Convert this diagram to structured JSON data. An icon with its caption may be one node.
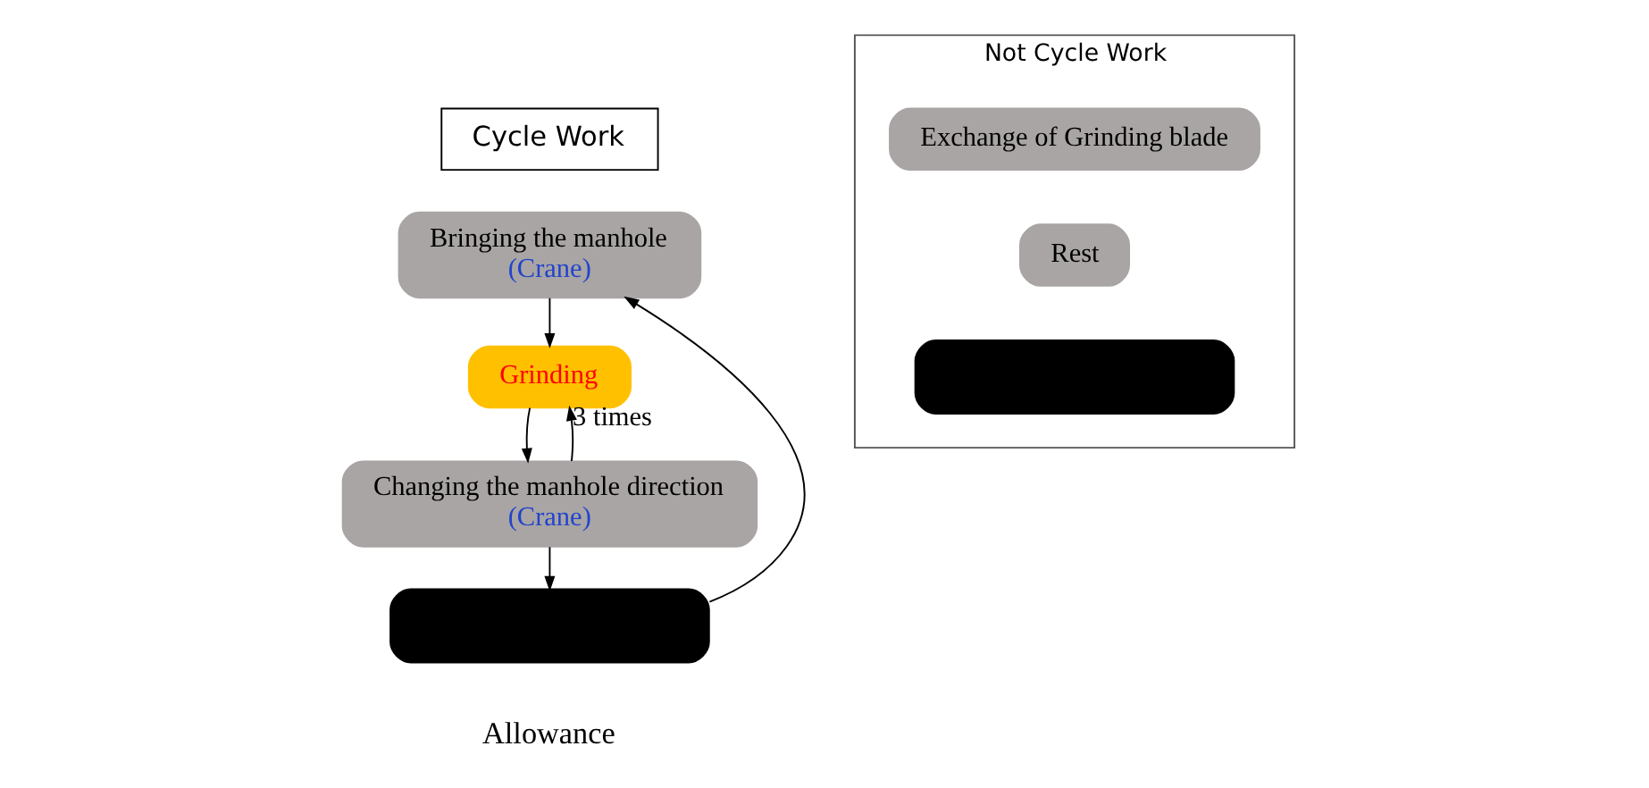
{
  "diagram": {
    "nodes": [
      {
        "text": [
          "Cycle Work"
        ]
      },
      {
        "text": [
          "Bringing the manhole",
          "(Crane)"
        ]
      },
      {
        "text": [
          "Grinding"
        ]
      },
      {
        "text": [
          "Changing the manhole direction",
          "(Crane)"
        ]
      },
      {
        "text": [],
        "shape": "box"
      },
      {
        "text": [
          "Not Cycle Work"
        ]
      },
      {
        "text": [
          "Exchange of Grinding blade"
        ],
        "in": 5
      },
      {
        "text": [
          "Rest"
        ],
        "in": 5
      },
      {
        "text": [],
        "shape": "box",
        "in": 5
      }
    ],
    "edges": [
      {
        "from": 1,
        "to": 2,
        "arrow": "to"
      },
      {
        "from": 2,
        "to": 3,
        "arrow": "to"
      },
      {
        "from": 3,
        "to": 2,
        "arrow": "to",
        "label": "3 times"
      },
      {
        "from": 3,
        "to": 4,
        "arrow": "to"
      },
      {
        "from": 4,
        "to": 1,
        "arrow": "to"
      }
    ],
    "labels": [
      "Allowance"
    ]
  }
}
